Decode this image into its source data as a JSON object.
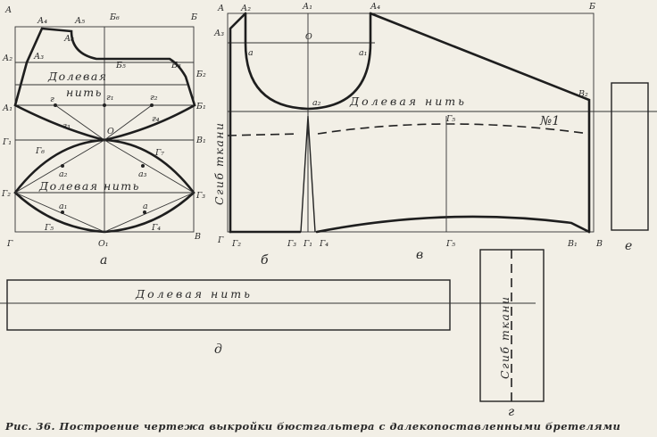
{
  "caption": "Рис. 36. Построение чертежа выкройки бюстгальтера с далекопоставленными бретелями",
  "panels": {
    "a": {
      "letter": "а",
      "grain_1": "Долевая",
      "grain_2": "нить",
      "grain_3": "Долевая нить",
      "labels": {
        "A": "А",
        "A4": "А₄",
        "A5": "А₅",
        "B6": "Б₆",
        "B": "Б",
        "A6": "А₆",
        "A2": "А₂",
        "A3": "А₃",
        "B5": "Б₅",
        "B3": "Б₃",
        "B2": "Б₂",
        "A1": "А₁",
        "g": "г",
        "g1": "г₁",
        "g2": "г₂",
        "B1": "Б₁",
        "g3": "г₃",
        "g4": "г₄",
        "O": "О",
        "G1": "Г₁",
        "V1": "В₁",
        "G6": "Г₆",
        "G7": "Г₇",
        "a2": "а₂",
        "a3": "а₃",
        "G2": "Г₂",
        "G3": "Г₃",
        "a1": "а₁",
        "a": "а",
        "G5": "Г₅",
        "G4": "Г₄",
        "G": "Г",
        "O1": "О₁",
        "V": "В"
      }
    },
    "b": {
      "letter": "б",
      "letter_v": "в",
      "grain": "Долевая нить",
      "fold": "Сгиб ткани",
      "number": "№1",
      "labels": {
        "A": "А",
        "A2": "А₂",
        "A1": "А₁",
        "A4": "А₄",
        "B": "Б",
        "A3": "А₃",
        "O": "О",
        "a": "а",
        "a1": "а₁",
        "a2": "а₂",
        "B2": "В₂",
        "G5": "Г₅",
        "G": "Г",
        "G2": "Г₂",
        "G3": "Г₃",
        "G1": "Г₁",
        "G4": "Г₄",
        "G5b": "Г₅",
        "B1": "В₁",
        "V": "В"
      }
    },
    "d": {
      "letter": "д",
      "grain": "Долевая нить"
    },
    "e": {
      "letter": "е"
    },
    "g": {
      "letter": "г",
      "fold": "Сгиб ткани"
    }
  }
}
